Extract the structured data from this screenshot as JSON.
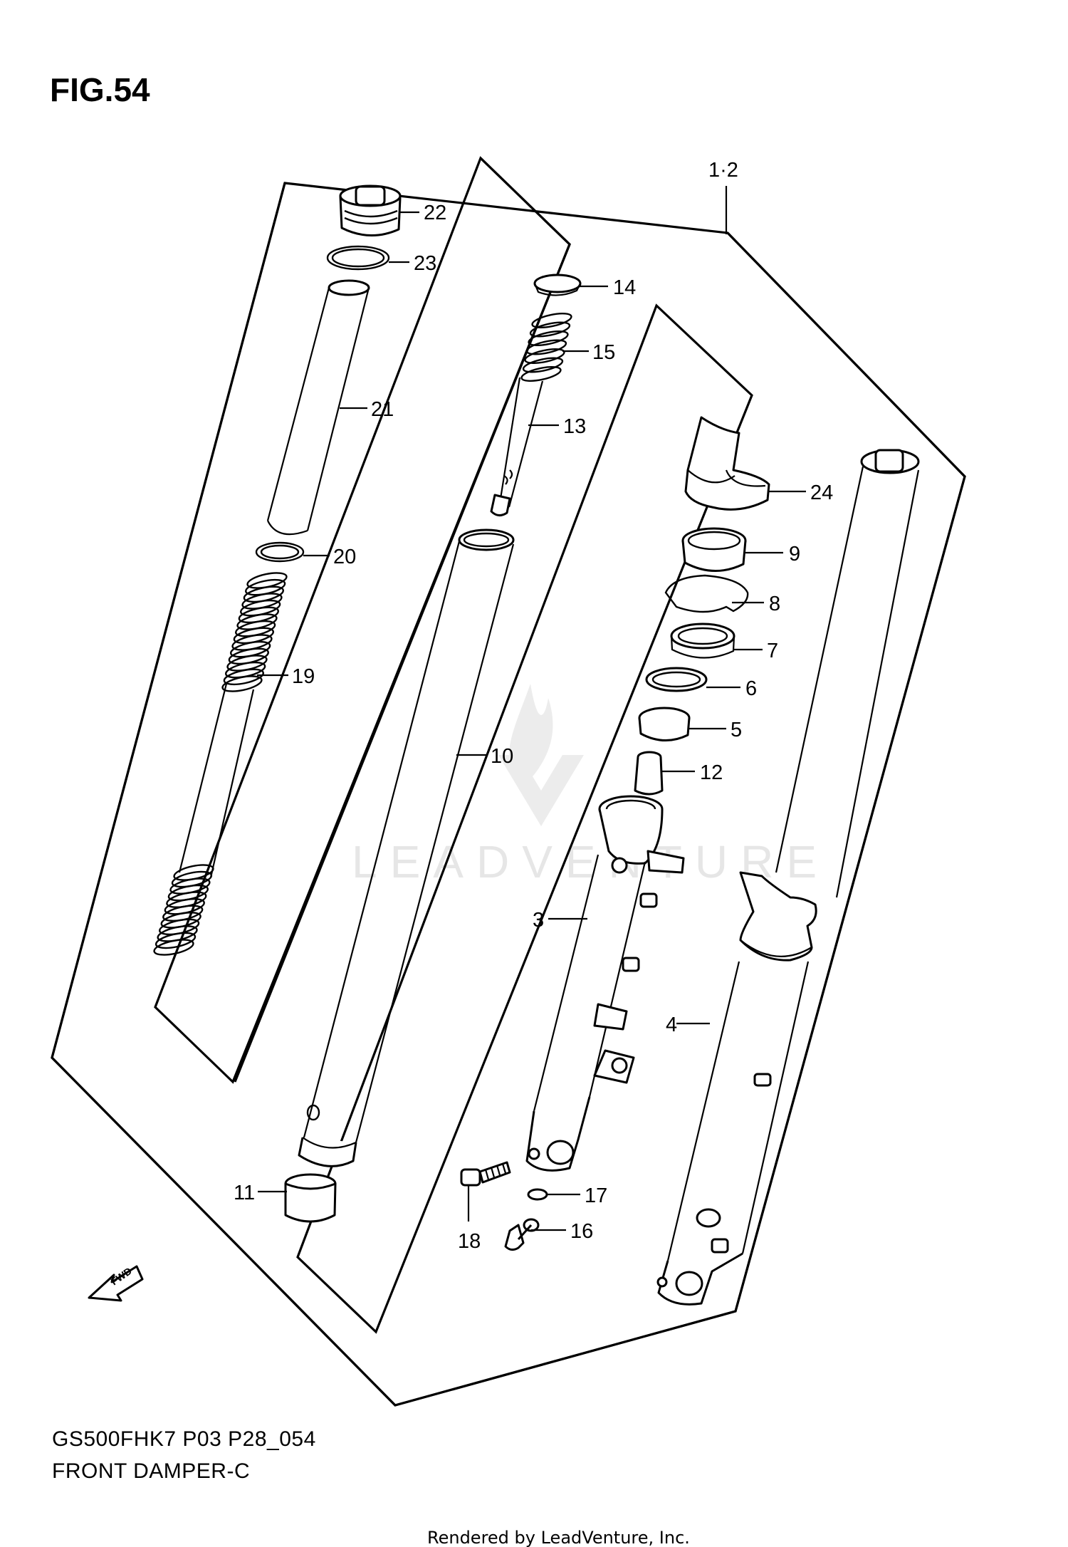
{
  "figure": {
    "title": "FIG.54",
    "model_code": "GS500FHK7 P03 P28_054",
    "section_name": "FRONT DAMPER-C",
    "rendered_by": "Rendered by LeadVenture, Inc.",
    "watermark": "LEADVENTURE",
    "fwd_label": "FWD"
  },
  "callouts": [
    {
      "id": "1-2",
      "label": "1·2",
      "part": "front-fork-assembly"
    },
    {
      "id": "22",
      "label": "22",
      "part": "cap-bolt"
    },
    {
      "id": "23",
      "label": "23",
      "part": "o-ring"
    },
    {
      "id": "21",
      "label": "21",
      "part": "spacer-tube"
    },
    {
      "id": "20",
      "label": "20",
      "part": "washer"
    },
    {
      "id": "19",
      "label": "19",
      "part": "fork-spring"
    },
    {
      "id": "14",
      "label": "14",
      "part": "piston-ring"
    },
    {
      "id": "15",
      "label": "15",
      "part": "rebound-spring"
    },
    {
      "id": "13",
      "label": "13",
      "part": "cylinder"
    },
    {
      "id": "10",
      "label": "10",
      "part": "inner-tube"
    },
    {
      "id": "11",
      "label": "11",
      "part": "slide-metal"
    },
    {
      "id": "24",
      "label": "24",
      "part": "dust-boot"
    },
    {
      "id": "9",
      "label": "9",
      "part": "dust-seal"
    },
    {
      "id": "8",
      "label": "8",
      "part": "stopper-ring"
    },
    {
      "id": "7",
      "label": "7",
      "part": "oil-seal"
    },
    {
      "id": "6",
      "label": "6",
      "part": "washer"
    },
    {
      "id": "5",
      "label": "5",
      "part": "guide-metal"
    },
    {
      "id": "12",
      "label": "12",
      "part": "oil-lock-piece"
    },
    {
      "id": "3",
      "label": "3",
      "part": "outer-tube-left"
    },
    {
      "id": "4",
      "label": "4",
      "part": "outer-tube-right"
    },
    {
      "id": "17",
      "label": "17",
      "part": "gasket"
    },
    {
      "id": "16",
      "label": "16",
      "part": "damper-bolt"
    },
    {
      "id": "18",
      "label": "18",
      "part": "axle-bolt"
    }
  ]
}
